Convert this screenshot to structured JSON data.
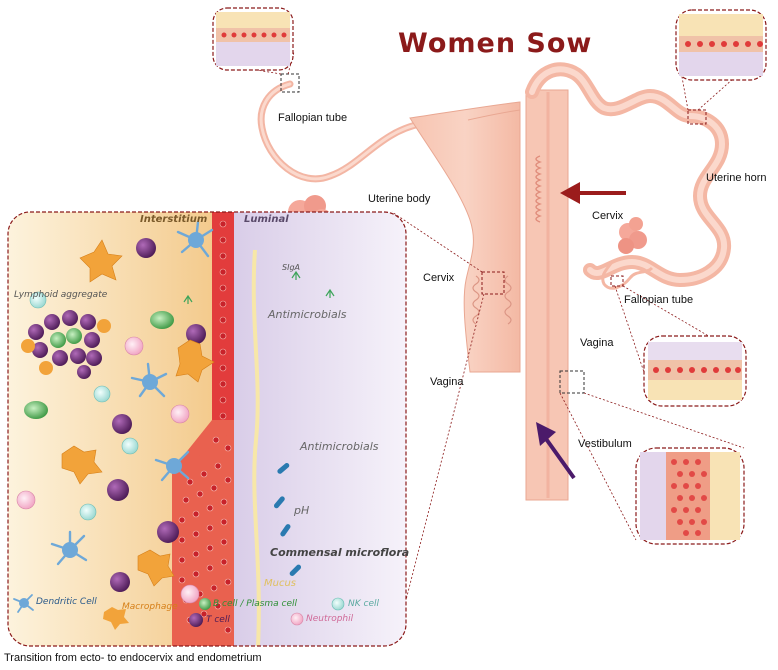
{
  "title": "Women Sow",
  "labels": {
    "fallopian_tube_left": "Fallopian tube",
    "uterine_body": "Uterine body",
    "cervix_left": "Cervix",
    "vagina_left": "Vagina",
    "cervix_right": "Cervix",
    "uterine_horn": "Uterine horn",
    "fallopian_tube_right": "Fallopian tube",
    "vagina_right": "Vagina",
    "vestibulum": "Vestibulum"
  },
  "detail": {
    "interstitium": "Interstitium",
    "luminal": "Luminal",
    "lymphoid_aggregate": "Lymphoid aggregate",
    "sigA": "SIgA",
    "antimicrobials_top": "Antimicrobials",
    "antimicrobials_mid": "Antimicrobials",
    "ph": "pH",
    "commensal": "Commensal microflora",
    "mucus": "Mucus"
  },
  "legend": {
    "dendritic": "Dendritic Cell",
    "macrophage": "Macrophage",
    "bcell": "B cell / Plasma cell",
    "tcell": "T cell",
    "nkcell": "NK cell",
    "neutrophil": "Neutrophil"
  },
  "caption": "Transition from ecto- to endocervix and endometrium",
  "colors": {
    "title": "#8b1a1a",
    "tissue": "#f5c2ae",
    "tissue_dark": "#e79c8a",
    "cell": "#e23c3c",
    "interstitium": "#f6d8a3",
    "luminal": "#ddd3ea",
    "tcell": "#6a2a70",
    "macrophage": "#f2a33a",
    "dendritic": "#6ea8d8",
    "bcell": "#45b04a",
    "nkcell": "#8fd3cc",
    "neutrophil": "#f1a9c6",
    "arrow_red": "#9b1c1c",
    "arrow_purple": "#4b1a6a"
  }
}
